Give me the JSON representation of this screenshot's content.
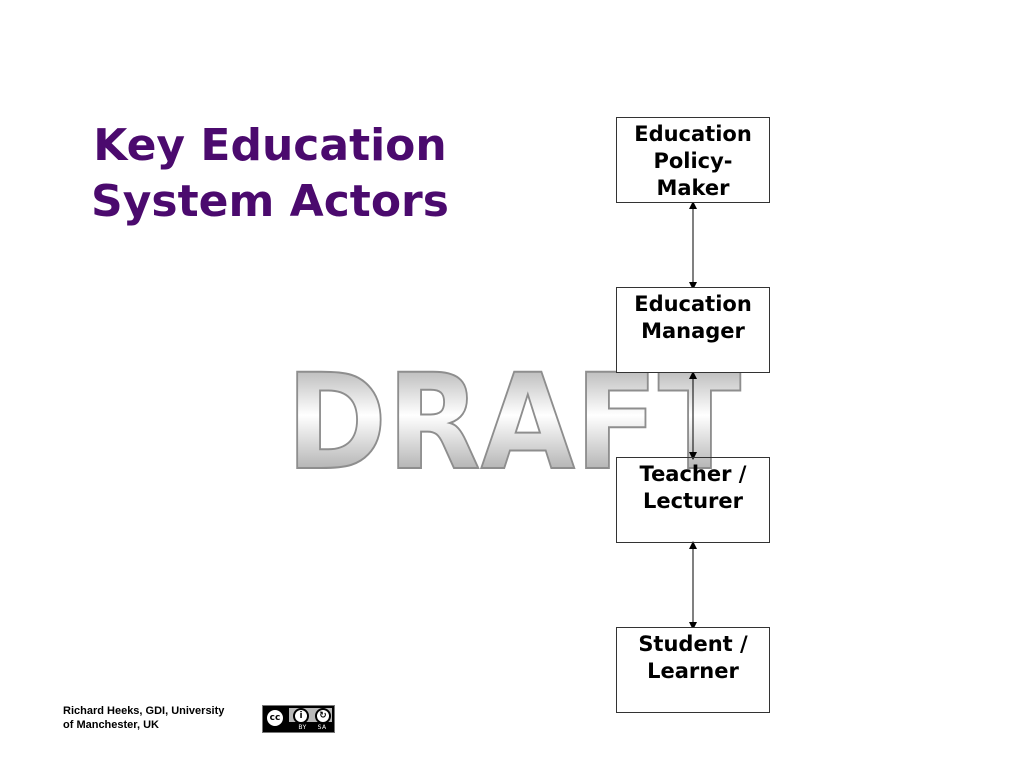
{
  "title": {
    "line1": "Key Education",
    "line2": "System Actors"
  },
  "watermark": "DRAFT",
  "actors": [
    {
      "lines": [
        "Education",
        "Policy-",
        "Maker"
      ]
    },
    {
      "lines": [
        "Education",
        "Manager"
      ]
    },
    {
      "lines": [
        "Teacher /",
        "Lecturer"
      ]
    },
    {
      "lines": [
        "Student /",
        "Learner"
      ]
    }
  ],
  "footer": {
    "line1": "Richard Heeks, GDI, University",
    "line2": "of Manchester, UK"
  },
  "license_badge": {
    "cc": "cc",
    "terms": [
      "BY",
      "SA"
    ]
  },
  "colors": {
    "title": "#4b0a6e"
  }
}
